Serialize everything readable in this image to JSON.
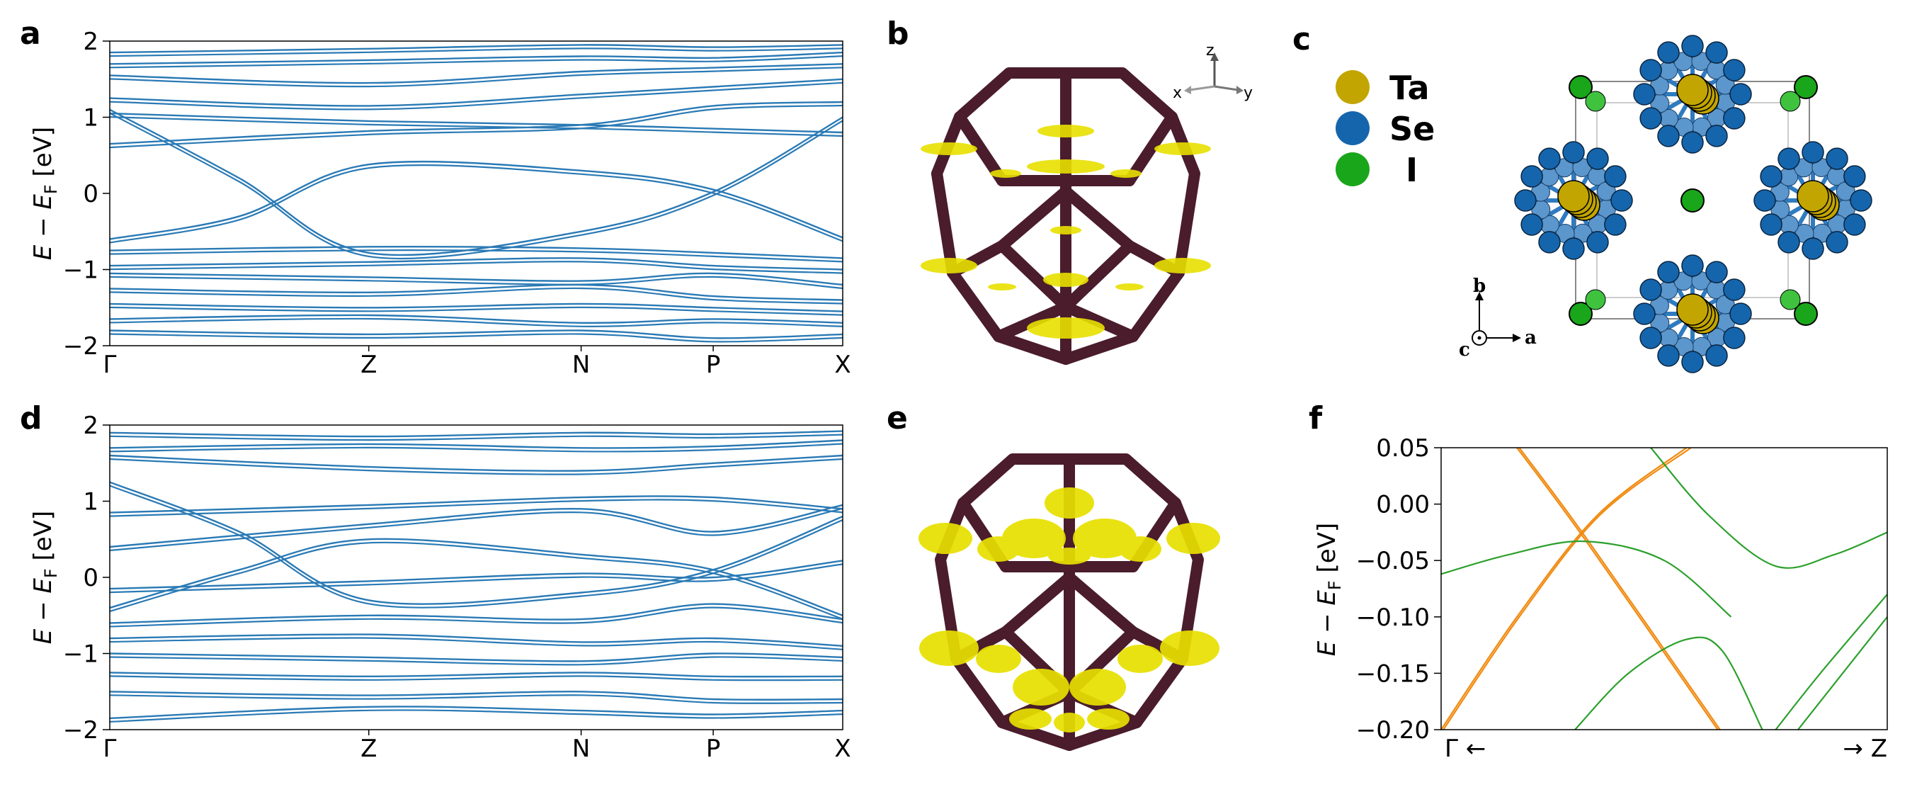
{
  "panels": {
    "a": "a",
    "b": "b",
    "c": "c",
    "d": "d",
    "e": "e",
    "f": "f"
  },
  "band_ylabel": {
    "pre": "E − E",
    "sub": "F",
    "post": " [eV]"
  },
  "kpath_labels": [
    "Γ",
    "Z",
    "N",
    "P",
    "X"
  ],
  "band_yticks": [
    "2",
    "1",
    "0",
    "−1",
    "−2"
  ],
  "f_yticks": [
    "0.05",
    "0.00",
    "−0.05",
    "−0.10",
    "−0.15",
    "−0.20"
  ],
  "f_xlabels": {
    "left": "Γ ←",
    "right": "→ Z"
  },
  "axes_triad_b": {
    "z": "z",
    "x": "x",
    "y": "y"
  },
  "legend_c": [
    {
      "label": "Ta",
      "color": "#c2a500"
    },
    {
      "label": "Se",
      "color": "#1565ad"
    },
    {
      "label": "I",
      "color": "#1aa61a"
    }
  ],
  "lattice_axes_c": {
    "a": "a",
    "b": "b",
    "c": "c"
  },
  "colors": {
    "band": "#2a7ab5",
    "orange": "#f08a10",
    "green": "#2ca02c",
    "bz_frame": "#4a1c2c",
    "fermi_surface": "#e8e000"
  },
  "chart_data": [
    {
      "type": "line",
      "panel": "a",
      "x_labels": [
        "Γ",
        "Z",
        "N",
        "P",
        "X"
      ],
      "x_positions": [
        0,
        1,
        1.82,
        2.33,
        2.83
      ],
      "ylabel": "E − E_F [eV]",
      "ylim": [
        -2,
        2
      ],
      "yticks": [
        -2,
        -1,
        0,
        1,
        2
      ],
      "series": [
        {
          "x": [
            0,
            0.5,
            1.0,
            1.82,
            2.33,
            2.83
          ],
          "y": [
            1.1,
            0.2,
            -0.78,
            -0.5,
            0.02,
            1.0
          ]
        },
        {
          "x": [
            0,
            0.5,
            1.0,
            1.82,
            2.33,
            2.83
          ],
          "y": [
            -0.6,
            -0.3,
            0.38,
            0.3,
            0.05,
            -0.58
          ]
        },
        {
          "x": [
            0,
            1.0,
            1.82,
            2.33,
            2.83
          ],
          "y": [
            1.05,
            0.95,
            0.9,
            0.85,
            0.8
          ]
        },
        {
          "x": [
            0,
            1.0,
            1.82,
            2.33,
            2.83
          ],
          "y": [
            0.65,
            0.82,
            0.9,
            1.15,
            1.2
          ]
        },
        {
          "x": [
            0,
            1.0,
            1.82,
            2.33,
            2.83
          ],
          "y": [
            1.25,
            1.15,
            1.3,
            1.4,
            1.5
          ]
        },
        {
          "x": [
            0,
            1.0,
            1.82,
            2.33,
            2.83
          ],
          "y": [
            1.55,
            1.45,
            1.6,
            1.65,
            1.7
          ]
        },
        {
          "x": [
            0,
            1.0,
            1.82,
            2.33,
            2.83
          ],
          "y": [
            1.7,
            1.75,
            1.8,
            1.78,
            1.85
          ]
        },
        {
          "x": [
            0,
            1.0,
            1.82,
            2.33,
            2.83
          ],
          "y": [
            1.85,
            1.9,
            1.95,
            1.92,
            1.95
          ]
        },
        {
          "x": [
            0,
            1.0,
            1.82,
            2.33,
            2.83
          ],
          "y": [
            -0.75,
            -0.7,
            -0.72,
            -0.78,
            -0.85
          ]
        },
        {
          "x": [
            0,
            1.0,
            1.82,
            2.33,
            2.83
          ],
          "y": [
            -0.95,
            -0.9,
            -0.85,
            -0.95,
            -1.0
          ]
        },
        {
          "x": [
            0,
            1.0,
            1.82,
            2.33,
            2.83
          ],
          "y": [
            -1.05,
            -1.1,
            -1.15,
            -1.05,
            -1.2
          ]
        },
        {
          "x": [
            0,
            1.0,
            1.82,
            2.33,
            2.83
          ],
          "y": [
            -1.25,
            -1.3,
            -1.2,
            -1.35,
            -1.4
          ]
        },
        {
          "x": [
            0,
            1.0,
            1.82,
            2.33,
            2.83
          ],
          "y": [
            -1.45,
            -1.5,
            -1.45,
            -1.5,
            -1.55
          ]
        },
        {
          "x": [
            0,
            1.0,
            1.82,
            2.33,
            2.83
          ],
          "y": [
            -1.65,
            -1.6,
            -1.7,
            -1.65,
            -1.7
          ]
        },
        {
          "x": [
            0,
            1.0,
            1.82,
            2.33,
            2.83
          ],
          "y": [
            -1.8,
            -1.85,
            -1.8,
            -1.9,
            -1.85
          ]
        }
      ]
    },
    {
      "type": "line",
      "panel": "d",
      "x_labels": [
        "Γ",
        "Z",
        "N",
        "P",
        "X"
      ],
      "x_positions": [
        0,
        1,
        1.82,
        2.33,
        2.83
      ],
      "ylabel": "E − E_F [eV]",
      "ylim": [
        -2,
        2
      ],
      "yticks": [
        -2,
        -1,
        0,
        1,
        2
      ],
      "series": [
        {
          "x": [
            0,
            0.5,
            1.0,
            1.82,
            2.33,
            2.83
          ],
          "y": [
            1.25,
            0.6,
            -0.3,
            -0.2,
            0.1,
            0.8
          ]
        },
        {
          "x": [
            0,
            0.5,
            1.0,
            1.82,
            2.33,
            2.83
          ],
          "y": [
            -0.4,
            0.1,
            0.5,
            0.3,
            0.1,
            -0.5
          ]
        },
        {
          "x": [
            0,
            1.0,
            1.82,
            2.33,
            2.83
          ],
          "y": [
            0.4,
            0.7,
            0.9,
            0.6,
            0.95
          ]
        },
        {
          "x": [
            0,
            1.0,
            1.82,
            2.33,
            2.83
          ],
          "y": [
            0.85,
            0.95,
            1.05,
            1.05,
            0.9
          ]
        },
        {
          "x": [
            0,
            1.0,
            1.82,
            2.33,
            2.83
          ],
          "y": [
            1.6,
            1.45,
            1.4,
            1.5,
            1.6
          ]
        },
        {
          "x": [
            0,
            1.0,
            1.82,
            2.33,
            2.83
          ],
          "y": [
            1.7,
            1.75,
            1.7,
            1.72,
            1.8
          ]
        },
        {
          "x": [
            0,
            1.0,
            1.82,
            2.33,
            2.83
          ],
          "y": [
            1.9,
            1.85,
            1.9,
            1.88,
            1.92
          ]
        },
        {
          "x": [
            0,
            1.0,
            1.82,
            2.33,
            2.83
          ],
          "y": [
            -0.15,
            -0.05,
            0.05,
            0.0,
            0.22
          ]
        },
        {
          "x": [
            0,
            1.0,
            1.82,
            2.33,
            2.83
          ],
          "y": [
            -0.6,
            -0.5,
            -0.55,
            -0.35,
            -0.55
          ]
        },
        {
          "x": [
            0,
            1.0,
            1.82,
            2.33,
            2.83
          ],
          "y": [
            -0.8,
            -0.75,
            -0.85,
            -0.8,
            -0.9
          ]
        },
        {
          "x": [
            0,
            1.0,
            1.82,
            2.33,
            2.83
          ],
          "y": [
            -1.0,
            -1.05,
            -1.1,
            -1.0,
            -1.05
          ]
        },
        {
          "x": [
            0,
            1.0,
            1.82,
            2.33,
            2.83
          ],
          "y": [
            -1.25,
            -1.3,
            -1.25,
            -1.3,
            -1.3
          ]
        },
        {
          "x": [
            0,
            1.0,
            1.82,
            2.33,
            2.83
          ],
          "y": [
            -1.5,
            -1.55,
            -1.5,
            -1.6,
            -1.6
          ]
        },
        {
          "x": [
            0,
            1.0,
            1.82,
            2.33,
            2.83
          ],
          "y": [
            -1.85,
            -1.7,
            -1.75,
            -1.8,
            -1.75
          ]
        }
      ]
    },
    {
      "type": "line",
      "panel": "f",
      "x_labels": [
        "Γ ←",
        "→ Z"
      ],
      "xlim": [
        0,
        1
      ],
      "ylabel": "E − E_F [eV]",
      "ylim": [
        -0.2,
        0.05
      ],
      "yticks": [
        0.05,
        0.0,
        -0.05,
        -0.1,
        -0.15,
        -0.2
      ],
      "series": [
        {
          "color": "orange",
          "x": [
            0.0,
            0.17,
            0.35,
            0.55
          ],
          "y": [
            -0.2,
            -0.1,
            -0.01,
            0.05
          ]
        },
        {
          "color": "orange",
          "x": [
            0.005,
            0.175,
            0.355,
            0.56
          ],
          "y": [
            -0.2,
            -0.1,
            -0.01,
            0.05
          ]
        },
        {
          "color": "orange",
          "x": [
            0.17,
            0.32,
            0.62
          ],
          "y": [
            0.05,
            -0.03,
            -0.2
          ]
        },
        {
          "color": "orange",
          "x": [
            0.175,
            0.325,
            0.625
          ],
          "y": [
            0.05,
            -0.03,
            -0.2
          ]
        },
        {
          "color": "green",
          "x": [
            0.0,
            0.15,
            0.32,
            0.5,
            0.65
          ],
          "y": [
            -0.062,
            -0.045,
            -0.033,
            -0.05,
            -0.1
          ]
        },
        {
          "color": "green",
          "x": [
            0.47,
            0.6,
            0.75,
            0.88,
            1.0
          ],
          "y": [
            0.05,
            -0.01,
            -0.055,
            -0.045,
            -0.025
          ]
        },
        {
          "color": "green",
          "x": [
            0.3,
            0.42,
            0.55,
            0.63,
            0.72
          ],
          "y": [
            -0.2,
            -0.15,
            -0.12,
            -0.13,
            -0.2
          ]
        },
        {
          "color": "green",
          "x": [
            0.75,
            0.85,
            1.0
          ],
          "y": [
            -0.2,
            -0.15,
            -0.08
          ]
        },
        {
          "color": "green",
          "x": [
            0.8,
            0.9,
            1.0
          ],
          "y": [
            -0.2,
            -0.15,
            -0.1
          ]
        }
      ]
    }
  ]
}
